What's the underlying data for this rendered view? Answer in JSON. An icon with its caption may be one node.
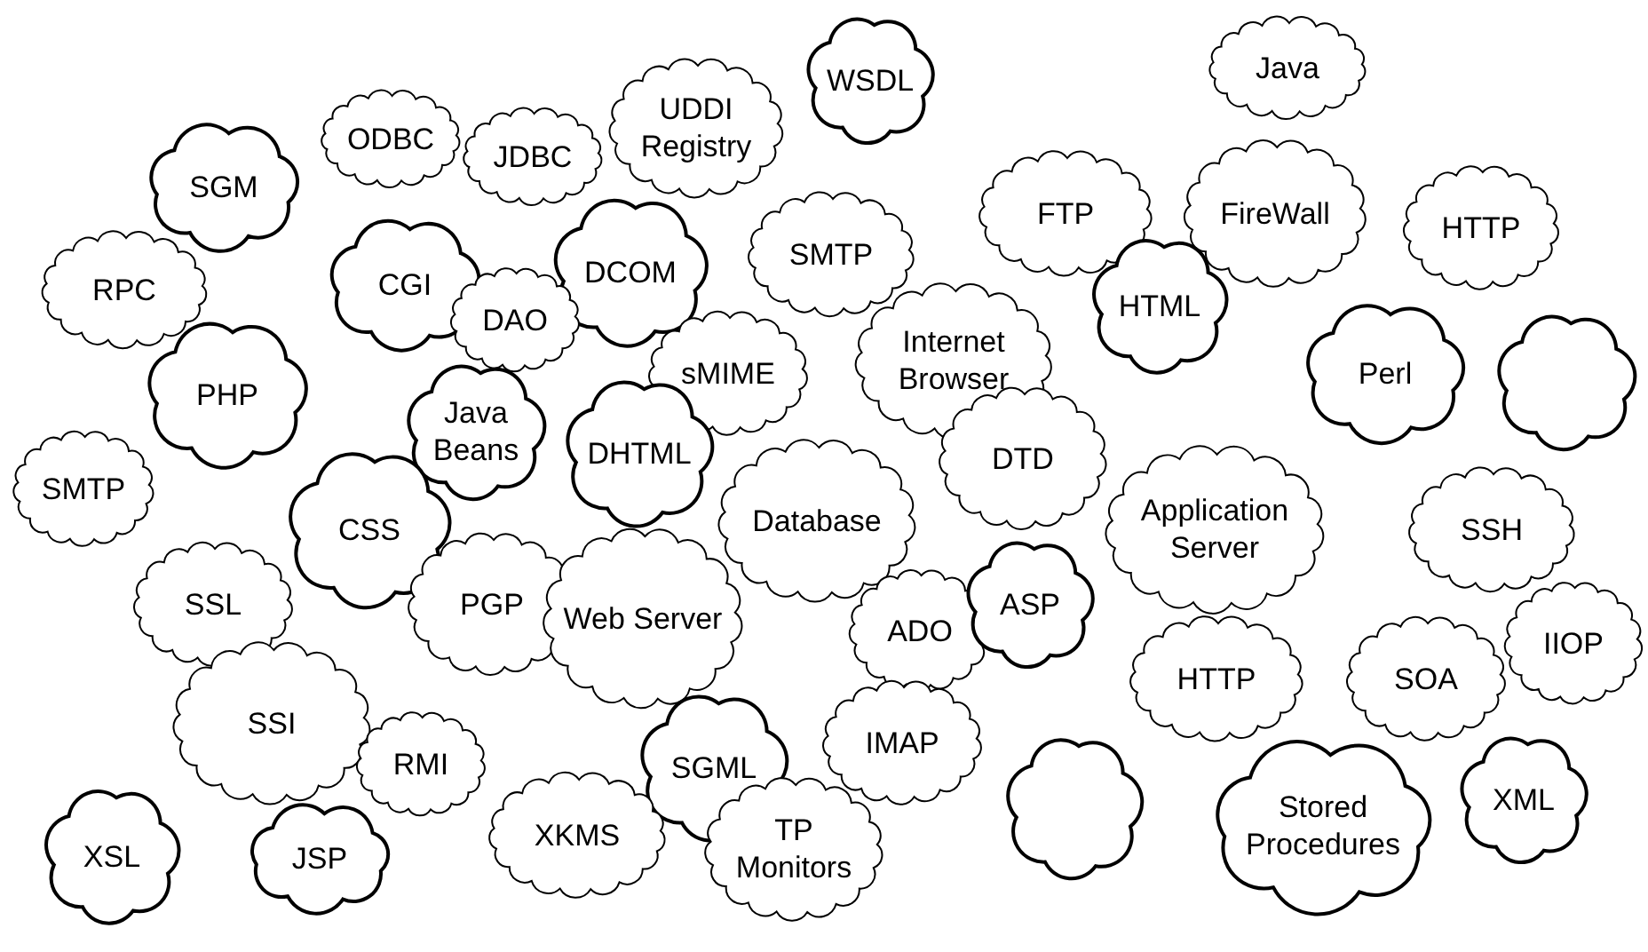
{
  "diagram": {
    "nodes": [
      {
        "text": [
          "UDDI Registry"
        ]
      },
      {
        "text": [
          "WSDL"
        ]
      },
      {
        "text": [
          "Java"
        ]
      },
      {
        "text": [
          "ODBC"
        ]
      },
      {
        "text": [
          "JDBC"
        ]
      },
      {
        "text": [
          "SGM"
        ]
      },
      {
        "text": [
          "FTP"
        ]
      },
      {
        "text": [
          "FireWall"
        ]
      },
      {
        "text": [
          "HTTP"
        ]
      },
      {
        "text": [
          "SMTP"
        ]
      },
      {
        "text": [
          "RPC"
        ]
      },
      {
        "text": [
          "CGI"
        ]
      },
      {
        "text": [
          "DCOM"
        ]
      },
      {
        "text": [
          "DAO"
        ]
      },
      {
        "text": [
          "sMIME"
        ]
      },
      {
        "text": [
          "Internet Browser"
        ]
      },
      {
        "text": [
          "HTML"
        ]
      },
      {
        "text": [
          "Perl"
        ]
      },
      {
        "text": [],
        "shape": "cloud"
      },
      {
        "text": [
          "PHP"
        ]
      },
      {
        "text": [
          "Java Beans"
        ]
      },
      {
        "text": [
          "DHTML"
        ]
      },
      {
        "text": [
          "SMTP"
        ]
      },
      {
        "text": [
          "DTD"
        ]
      },
      {
        "text": [
          "Database"
        ]
      },
      {
        "text": [
          "Application Server"
        ]
      },
      {
        "text": [
          "CSS"
        ]
      },
      {
        "text": [
          "SSH"
        ]
      },
      {
        "text": [
          "SSL"
        ]
      },
      {
        "text": [
          "PGP"
        ]
      },
      {
        "text": [
          "Web Server"
        ]
      },
      {
        "text": [
          "ADO"
        ]
      },
      {
        "text": [
          "ASP"
        ]
      },
      {
        "text": [
          "IIOP"
        ]
      },
      {
        "text": [
          "HTTP"
        ]
      },
      {
        "text": [
          "SOA"
        ]
      },
      {
        "text": [
          "SSI"
        ]
      },
      {
        "text": [
          "RMI"
        ]
      },
      {
        "text": [
          "SGML"
        ]
      },
      {
        "text": [
          "IMAP"
        ]
      },
      {
        "text": [
          "XSL"
        ]
      },
      {
        "text": [
          "JSP"
        ]
      },
      {
        "text": [
          "XKMS"
        ]
      },
      {
        "text": [
          "TP Monitors"
        ]
      },
      {
        "text": [],
        "shape": "cloud"
      },
      {
        "text": [
          "Stored Procedures"
        ]
      },
      {
        "text": [
          "XML"
        ]
      }
    ]
  }
}
